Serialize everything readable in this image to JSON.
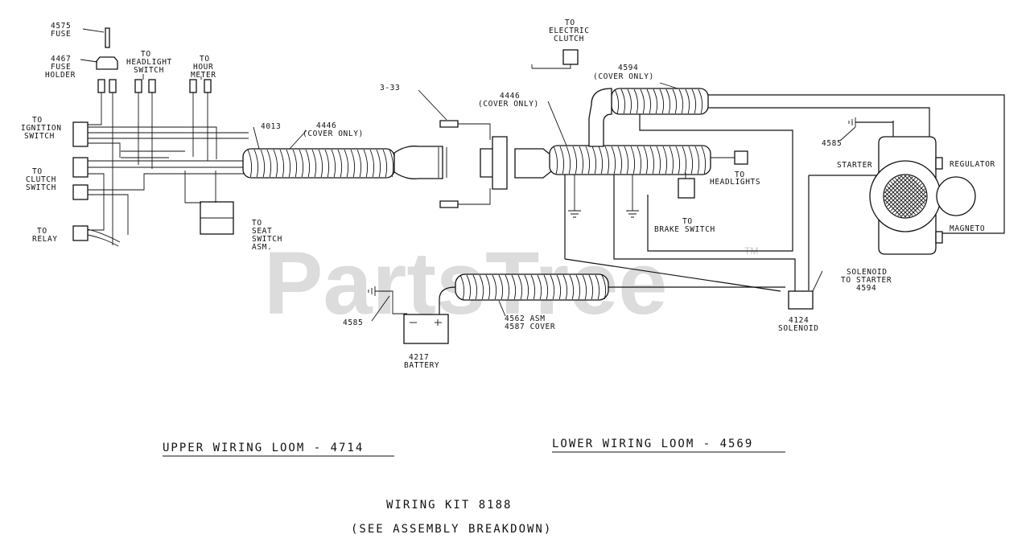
{
  "watermark": {
    "text": "PartsTree",
    "tm": "TM"
  },
  "parts": {
    "fuse": {
      "num": "4575",
      "name": "FUSE"
    },
    "fuse_holder": {
      "num": "4467",
      "line1": "FUSE",
      "line2": "HOLDER"
    },
    "headlight_switch": {
      "line1": "TO",
      "line2": "HEADLIGHT",
      "line3": "SWITCH"
    },
    "hour_meter": {
      "line1": "TO",
      "line2": "HOUR",
      "line3": "METER"
    },
    "ignition_switch": {
      "line1": "TO",
      "line2": "IGNITION",
      "line3": "SWITCH"
    },
    "clutch_switch": {
      "line1": "TO",
      "line2": "CLUTCH",
      "line3": "SWITCH"
    },
    "relay": {
      "line1": "TO",
      "line2": "RELAY"
    },
    "seat_switch": {
      "line1": "TO",
      "line2": "SEAT",
      "line3": "SWITCH",
      "line4": "ASM."
    },
    "grommet": {
      "num": "4013"
    },
    "upper_cover": {
      "num": "4446",
      "note": "(COVER ONLY)"
    },
    "screw": {
      "num": "3-33"
    },
    "lower_cover": {
      "num": "4446",
      "note": "(COVER ONLY)"
    },
    "electric_clutch": {
      "line1": "TO",
      "line2": "ELECTRIC",
      "line3": "CLUTCH"
    },
    "starter_cover": {
      "num": "4594",
      "note": "(COVER ONLY)"
    },
    "ground_wire_top": {
      "num": "4585"
    },
    "starter": {
      "name": "STARTER"
    },
    "regulator": {
      "name": "REGULATOR"
    },
    "magneto": {
      "name": "MAGNETO"
    },
    "headlights": {
      "line1": "TO",
      "line2": "HEADLIGHTS"
    },
    "brake_switch": {
      "line1": "TO",
      "line2": "BRAKE SWITCH"
    },
    "solenoid_to_starter": {
      "line1": "SOLENOID",
      "line2": "TO STARTER",
      "line3": "4594"
    },
    "solenoid": {
      "num": "4124",
      "name": "SOLENOID"
    },
    "battery_ground": {
      "num": "4585"
    },
    "battery": {
      "num": "4217",
      "name": "BATTERY"
    },
    "battery_cable": {
      "line1": "4562 ASM",
      "line2": "4587 COVER"
    }
  },
  "titles": {
    "upper_loom": "UPPER WIRING LOOM - 4714",
    "lower_loom": "LOWER WIRING LOOM - 4569",
    "kit": "WIRING KIT   8188",
    "see": "(SEE ASSEMBLY BREAKDOWN)"
  }
}
